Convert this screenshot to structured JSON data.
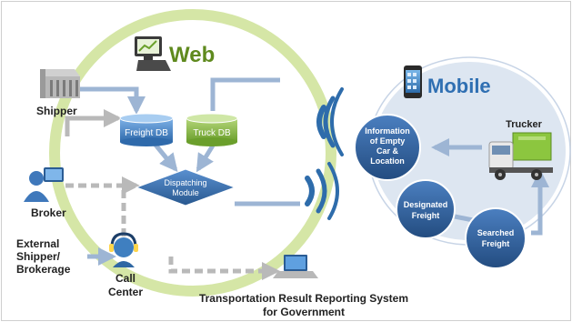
{
  "titles": {
    "web": "Web",
    "mobile": "Mobile"
  },
  "nodes": {
    "shipper": "Shipper",
    "broker": "Broker",
    "external": [
      "External",
      "Shipper/",
      "Brokerage"
    ],
    "call_center": [
      "Call",
      "Center"
    ],
    "trucker": "Trucker",
    "freight_db": "Freight DB",
    "truck_db": "Truck DB",
    "dispatching": [
      "Dispatching",
      "Module"
    ],
    "info_empty_car": [
      "Information",
      "of Empty",
      "Car &",
      "Location"
    ],
    "designated_freight": [
      "Designated",
      "Freight"
    ],
    "searched_freight": [
      "Searched",
      "Freight"
    ],
    "reporting_system": [
      "Transportation  Result Reporting System",
      "for Government"
    ]
  },
  "icons": {
    "web": "monitor-chart-icon",
    "mobile": "smartphone-icon",
    "shipper": "warehouse-icon",
    "broker": "user-computer-icon",
    "call_center": "headset-operator-icon",
    "trucker": "truck-icon",
    "reporting": "laptop-icon",
    "wireless": "wireless-signal-icon"
  },
  "colors": {
    "web_ring": "#d5e6a6",
    "mobile_fill": "#dde6f1",
    "node_blue": "#2f5d96",
    "db_blue": "#4a86c8",
    "db_green": "#7fb23c",
    "arrow_blue": "#9db5d4",
    "arrow_gray": "#b9b9b9",
    "wave": "#2e6cab",
    "web_text": "#5f8a1e",
    "mobile_text": "#2f6fb2"
  }
}
